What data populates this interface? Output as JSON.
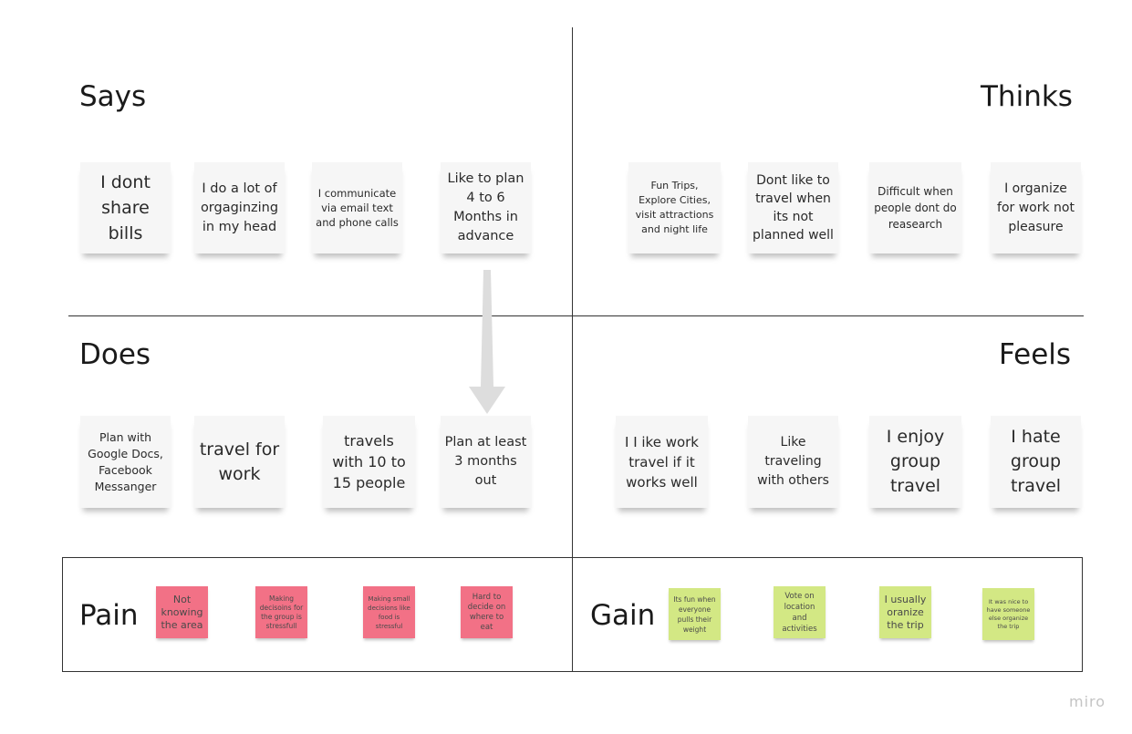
{
  "quadrants": {
    "says": "Says",
    "thinks": "Thinks",
    "does": "Does",
    "feels": "Feels",
    "pain": "Pain",
    "gain": "Gain"
  },
  "says_notes": [
    "I dont share bills",
    "I do a lot of orgaginzing in my head",
    "I communicate via email text and phone calls",
    "Like to plan 4 to 6 Months in advance"
  ],
  "thinks_notes": [
    "Fun Trips, Explore Cities, visit attractions and night life",
    "Dont like to travel when its not planned well",
    "Difficult when people dont do reasearch",
    "I organize for work not pleasure"
  ],
  "does_notes": [
    "Plan with Google Docs, Facebook Messanger",
    "travel for work",
    "travels with 10 to 15 people",
    "Plan at least 3 months out"
  ],
  "feels_notes": [
    "I I ike work travel if it works well",
    "Like traveling with others",
    "I enjoy group travel",
    "I hate group travel"
  ],
  "pain_notes": [
    "Not knowing the area",
    "Making decisoins for the group is stressfull",
    "Making small decisions like food is stressful",
    "Hard to decide on where to eat"
  ],
  "gain_notes": [
    "Its fun when everyone pulls their weight",
    "Vote on location and activities",
    "I usually oranize the trip",
    "It was nice to have someone else organize the trip"
  ],
  "colors": {
    "pain": "#f27186",
    "gain": "#d3e884",
    "sticky": "#f6f6f6"
  },
  "logo": "miro"
}
